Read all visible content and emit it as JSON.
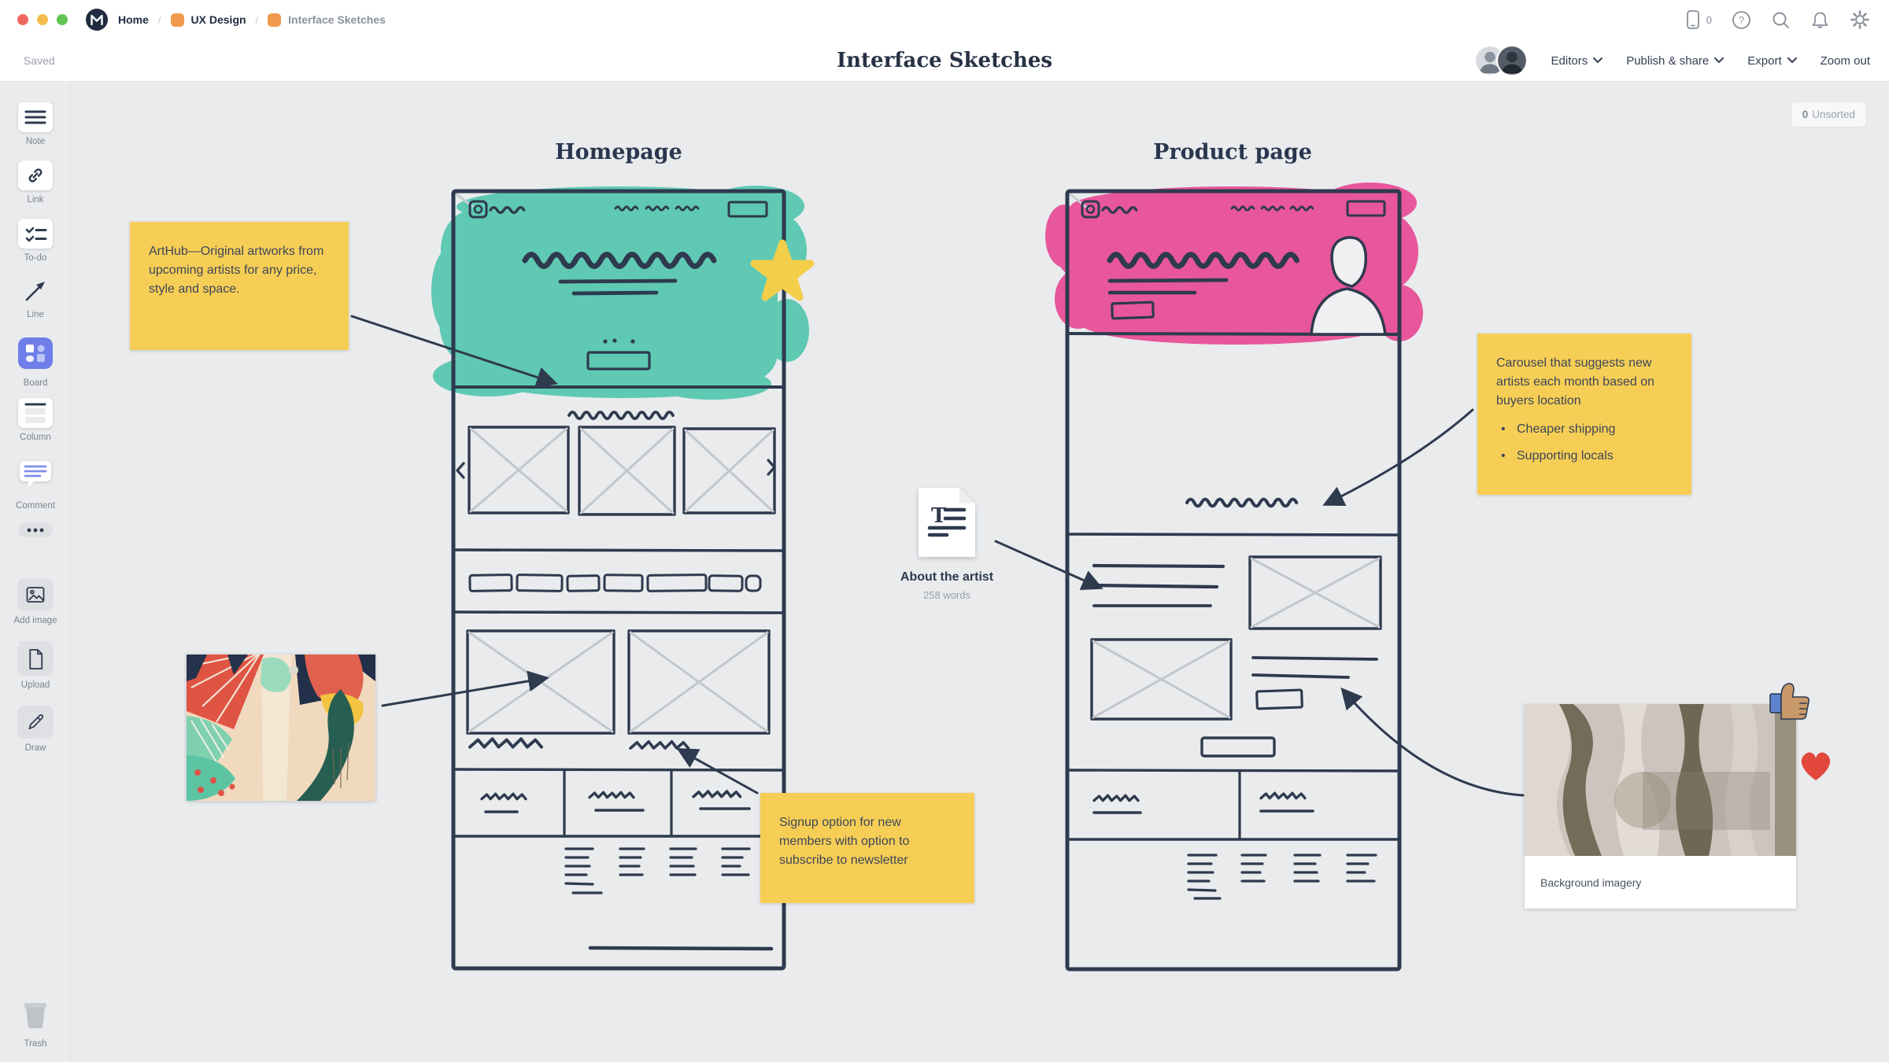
{
  "topbar": {
    "home_label": "Home",
    "separator": "/",
    "crumb1": "UX Design",
    "crumb2": "Interface Sketches",
    "device_count": "0"
  },
  "header": {
    "saved": "Saved",
    "title": "Interface Sketches",
    "editors_label": "Editors",
    "publish_label": "Publish & share",
    "export_label": "Export",
    "zoom_label": "Zoom out"
  },
  "toolbar": {
    "primary": [
      {
        "label": "Note"
      },
      {
        "label": "Link"
      },
      {
        "label": "To-do"
      },
      {
        "label": "Line"
      },
      {
        "label": "Board"
      },
      {
        "label": "Column"
      },
      {
        "label": "Comment"
      }
    ],
    "secondary": [
      {
        "label": "Add image"
      },
      {
        "label": "Upload"
      },
      {
        "label": "Draw"
      }
    ],
    "trash_label": "Trash"
  },
  "canvas": {
    "unsorted_count": "0",
    "unsorted_label": "Unsorted",
    "homepage_title": "Homepage",
    "product_title": "Product page",
    "note_arthub": "ArtHub—Original artworks from upcoming artists for any price, style and space.",
    "note_signup": "Signup option for new members with option to subscribe to newsletter",
    "note_carousel": "Carousel that suggests new artists each month based on buyers location",
    "note_carousel_bullets": [
      "Cheaper shipping",
      "Supporting locals"
    ],
    "doc_title": "About the artist",
    "doc_meta": "258 words",
    "image_caption": "Background imagery"
  },
  "colors": {
    "ink": "#2E3A4E",
    "teal": "#5FC9B3",
    "pink": "#E8579B",
    "note_yellow": "#F6CE55",
    "star_yellow": "#F2CE49",
    "board_blue": "#6F7EE8",
    "heart_red": "#E2473B",
    "folder_orange": "#EF9A4C"
  }
}
